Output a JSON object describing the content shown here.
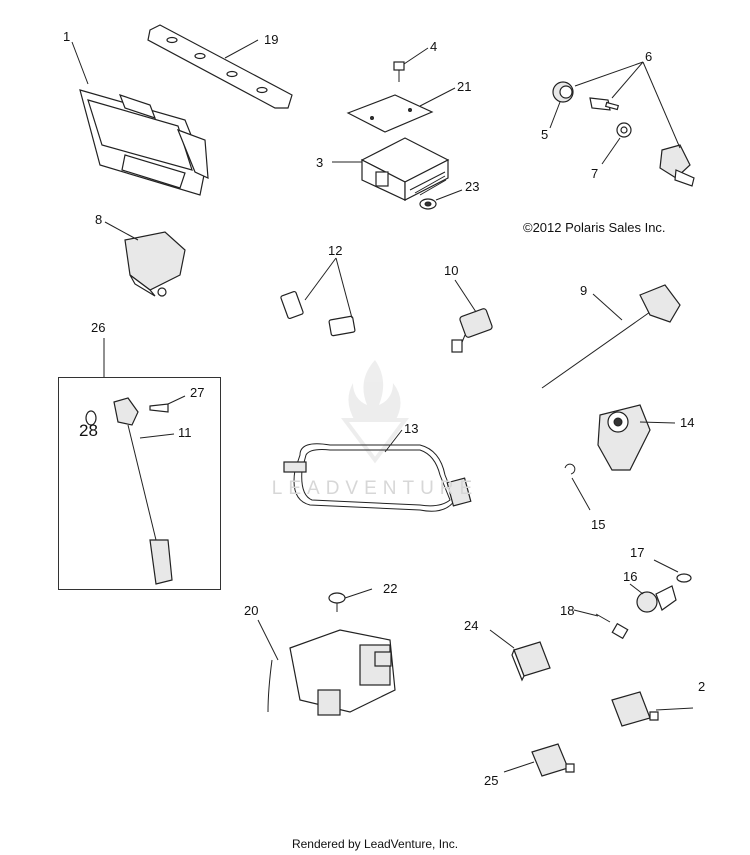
{
  "copyright": "©2012 Polaris Sales Inc.",
  "footer": "Rendered by LeadVenture, Inc.",
  "watermark": "LEADVENTURE",
  "callouts": {
    "c1": "1",
    "c2": "2",
    "c3": "3",
    "c4": "4",
    "c5": "5",
    "c6": "6",
    "c7": "7",
    "c8": "8",
    "c9": "9",
    "c10": "10",
    "c11": "11",
    "c12": "12",
    "c13": "13",
    "c14": "14",
    "c15": "15",
    "c16": "16",
    "c17": "17",
    "c18": "18",
    "c19": "19",
    "c20": "20",
    "c21": "21",
    "c22": "22",
    "c23": "23",
    "c24": "24",
    "c25": "25",
    "c26": "26",
    "c27": "27",
    "c28": "28"
  }
}
